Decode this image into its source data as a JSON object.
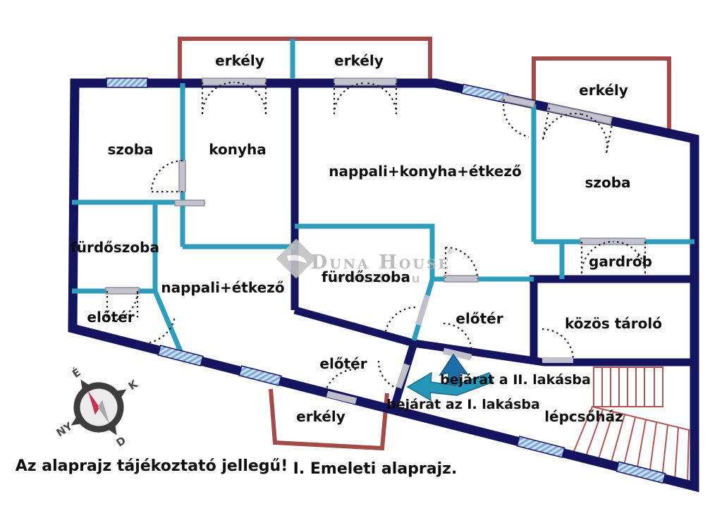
{
  "title": "I. Emeleti alaprajz.",
  "disclaimer": "Az alaprajz tájékoztató jellegű!",
  "watermark": {
    "brand": "Duna House",
    "registered": "®",
    "url": "www.dh.hu"
  },
  "compass": {
    "n": "É",
    "e": "K",
    "s": "D",
    "w": "NY"
  },
  "rooms": {
    "szoba_left": "szoba",
    "konyha": "konyha",
    "nappali_konyha_etkezo": "nappali+konyha+étkező",
    "szoba_right": "szoba",
    "furdoszoba_left": "fürdőszoba",
    "nappali_etkezo": "nappali+étkező",
    "furdoszoba_center": "fürdőszoba",
    "eloter_left": "előtér",
    "eloter_right": "előtér",
    "eloter_bottom": "előtér",
    "gardrob": "gardrób",
    "kozos_tarolo": "közös tároló",
    "lepcsohaz": "lépcsőház"
  },
  "balconies": {
    "top_left": "erkély",
    "top_center": "erkély",
    "top_right": "erkély",
    "bottom": "erkély"
  },
  "annotations": {
    "entrance_2": "bejárat a II. lakásba",
    "entrance_1": "bejárat az I. lakásba"
  },
  "colors": {
    "wall": "#15155f",
    "partition": "#2e9cbb",
    "balcony_outline": "#a34a4a",
    "stairs": "#b05555",
    "window_fill": "#cfe0f2",
    "window_hatch": "#7ea8d8",
    "door_leaf": "#bfc0cc",
    "arrow_dark": "#1e6fa8",
    "arrow_teal": "#2596b8",
    "text": "#0d0d0d",
    "watermark": "#b5b5b5"
  }
}
